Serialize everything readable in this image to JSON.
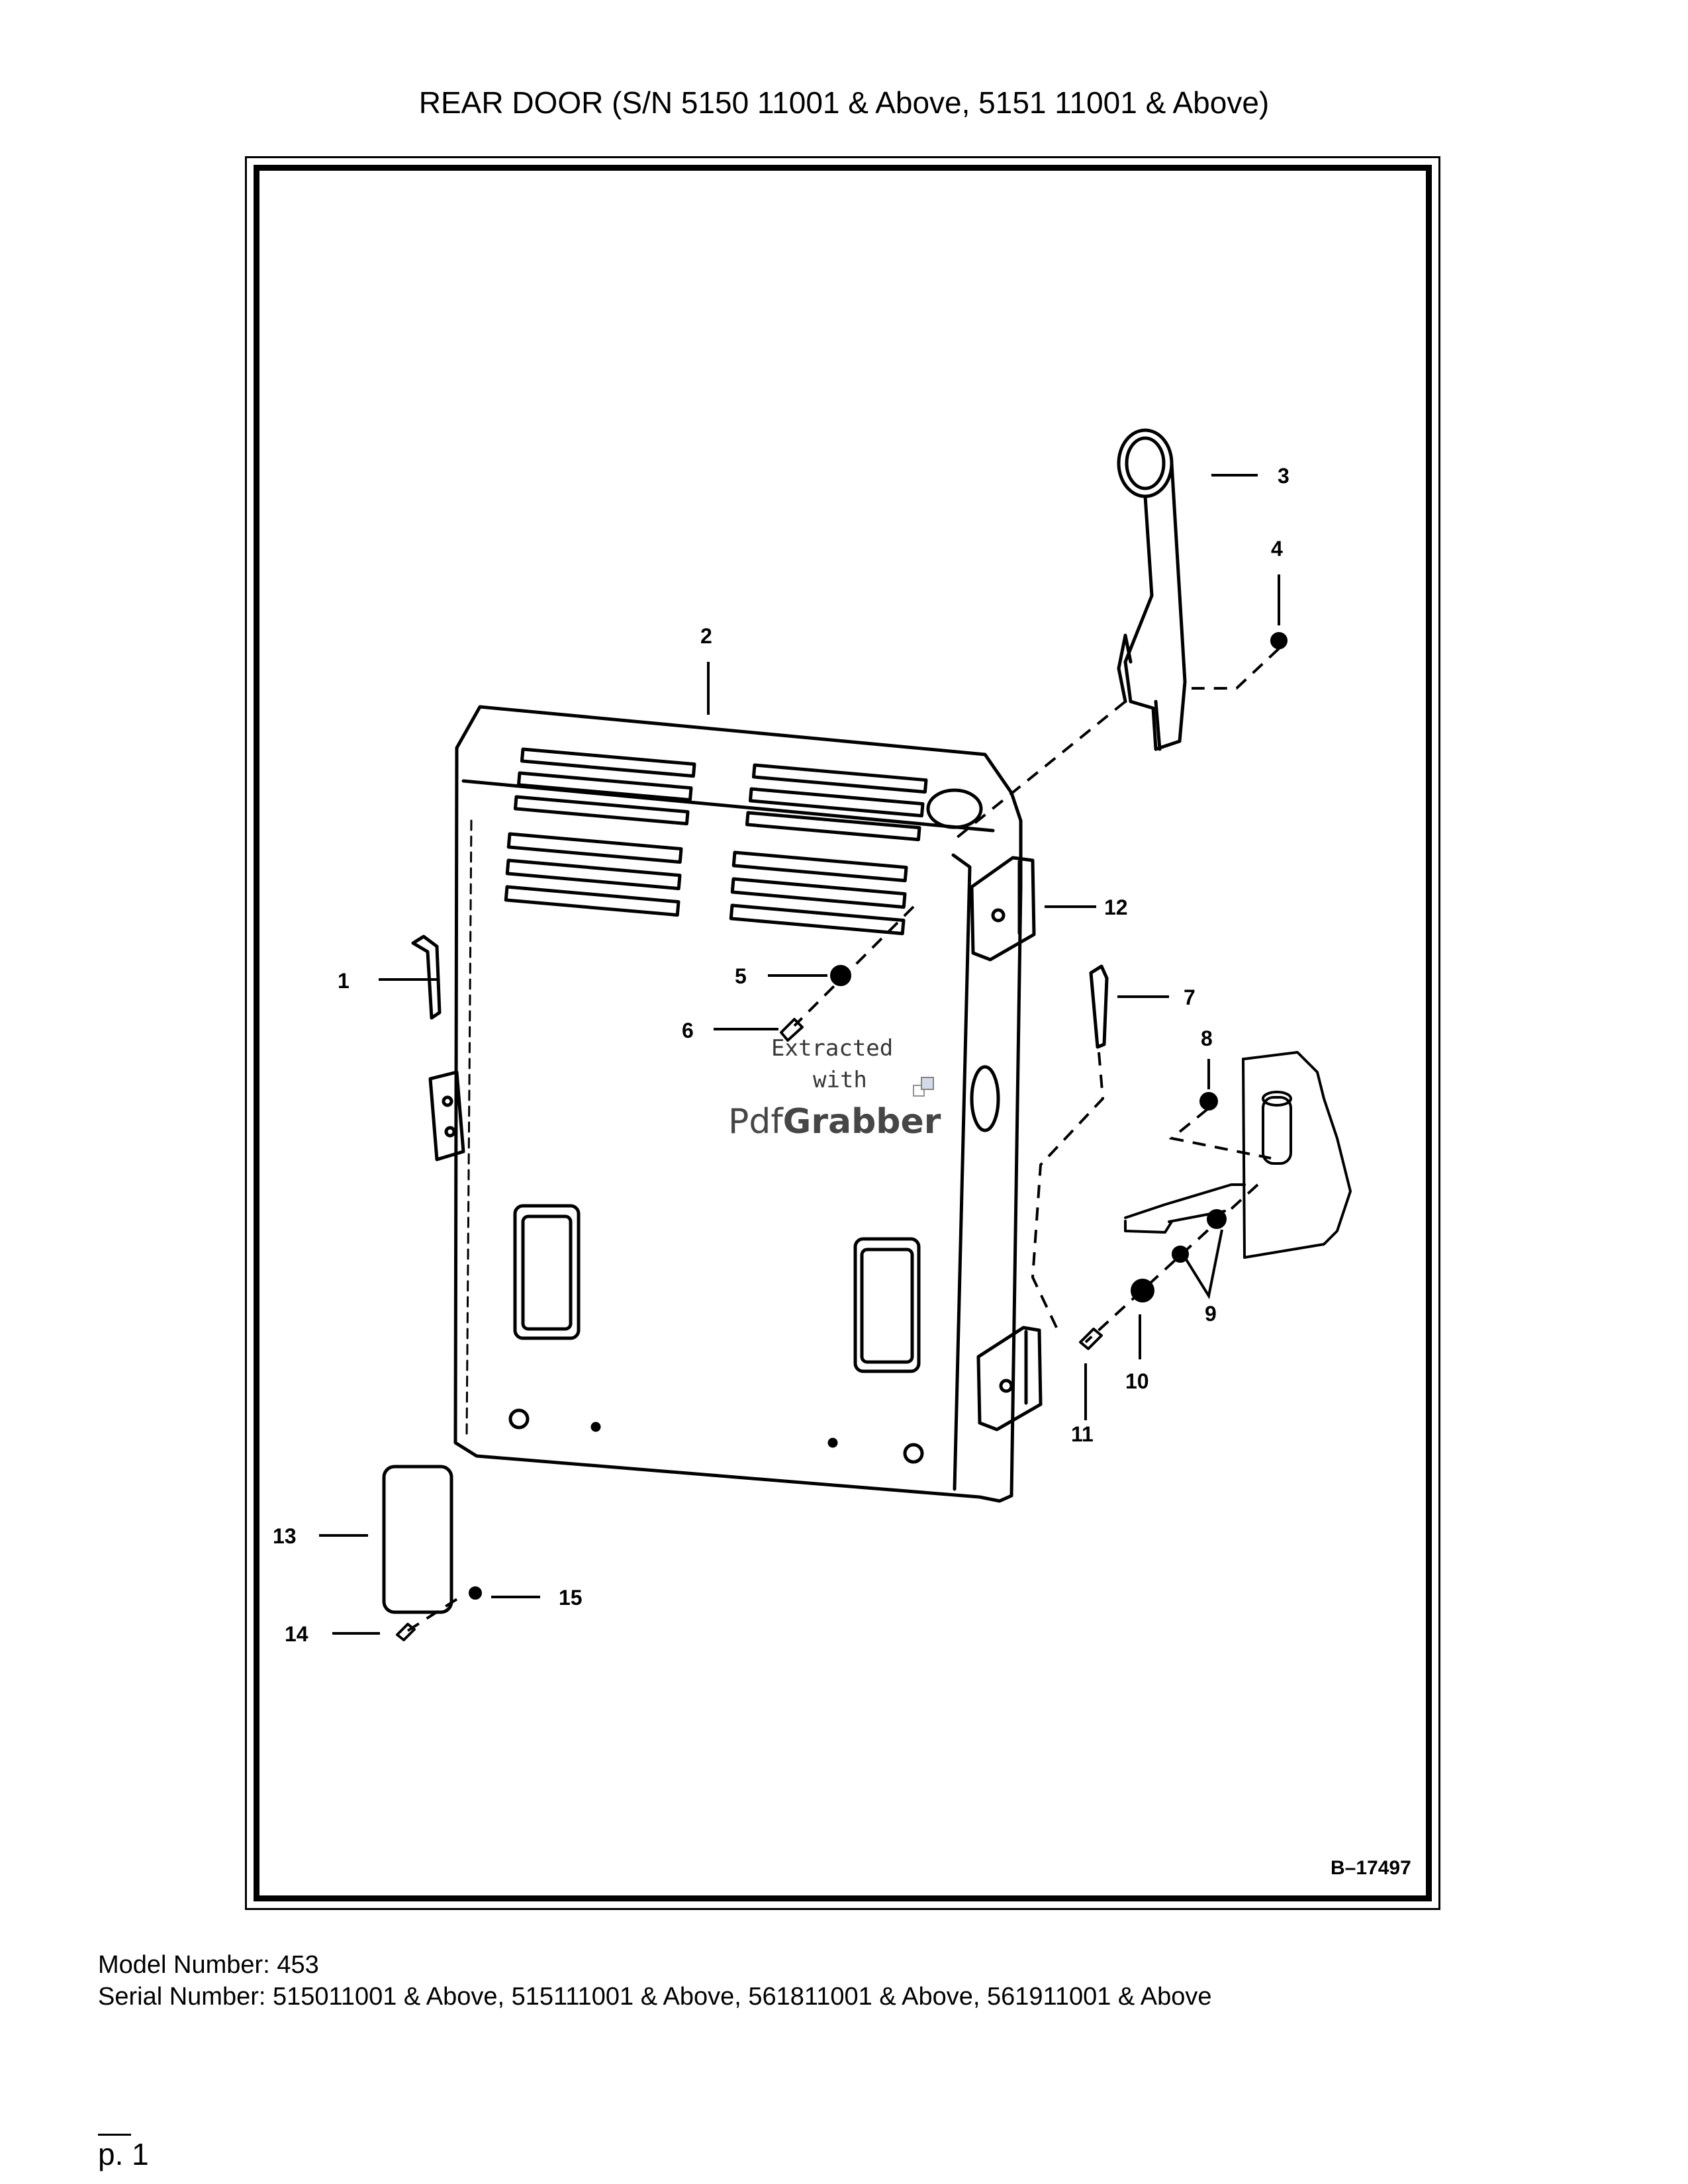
{
  "page": {
    "title": "REAR DOOR (S/N 5150 11001 & Above, 5151 11001 & Above)"
  },
  "diagram": {
    "figure_code": "B–17497",
    "callouts": [
      "1",
      "2",
      "3",
      "4",
      "5",
      "6",
      "7",
      "8",
      "9",
      "10",
      "11",
      "12",
      "13",
      "14",
      "15"
    ],
    "watermark": {
      "line1": "Extracted",
      "line2": "with",
      "brand_prefix": "Pdf",
      "brand_suffix": "Grabber"
    }
  },
  "footer": {
    "model_label": "Model Number:",
    "model_value": "453",
    "serial_label": "Serial Number:",
    "serial_value": "515011001 & Above, 515111001 & Above, 561811001 & Above, 561911001 & Above",
    "page_number": "p. 1"
  }
}
